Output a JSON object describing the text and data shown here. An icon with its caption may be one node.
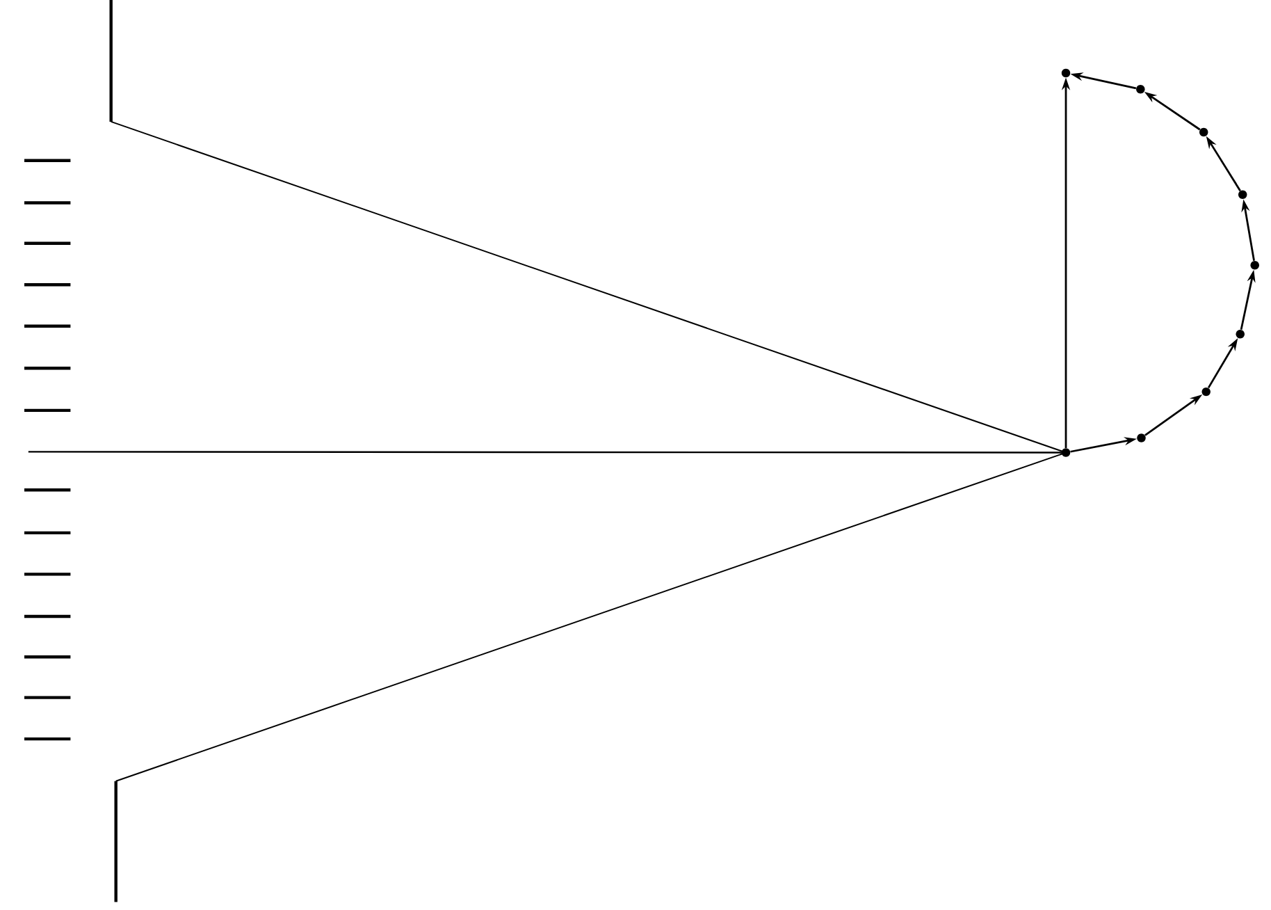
{
  "diagram": {
    "nodes": [
      {
        "text": [],
        "shape": "circle"
      },
      {
        "text": [],
        "shape": "circle"
      },
      {
        "text": [],
        "shape": "circle"
      },
      {
        "text": [],
        "shape": "circle"
      },
      {
        "text": [],
        "shape": "circle"
      },
      {
        "text": [],
        "shape": "circle"
      },
      {
        "text": [],
        "shape": "circle"
      },
      {
        "text": [],
        "shape": "circle"
      },
      {
        "text": [],
        "shape": "circle"
      }
    ],
    "edges": [
      {
        "from": 0,
        "to": 1,
        "arrow": "to"
      },
      {
        "from": 1,
        "to": 2,
        "arrow": "to"
      },
      {
        "from": 2,
        "to": 3,
        "arrow": "to"
      },
      {
        "from": 3,
        "to": 4,
        "arrow": "to"
      },
      {
        "from": 4,
        "to": 5,
        "arrow": "to"
      },
      {
        "from": 5,
        "to": 6,
        "arrow": "to"
      },
      {
        "from": 6,
        "to": 7,
        "arrow": "to"
      },
      {
        "from": 7,
        "to": 8,
        "arrow": "to"
      },
      {
        "from": 0,
        "to": 8,
        "arrow": "to"
      }
    ]
  }
}
